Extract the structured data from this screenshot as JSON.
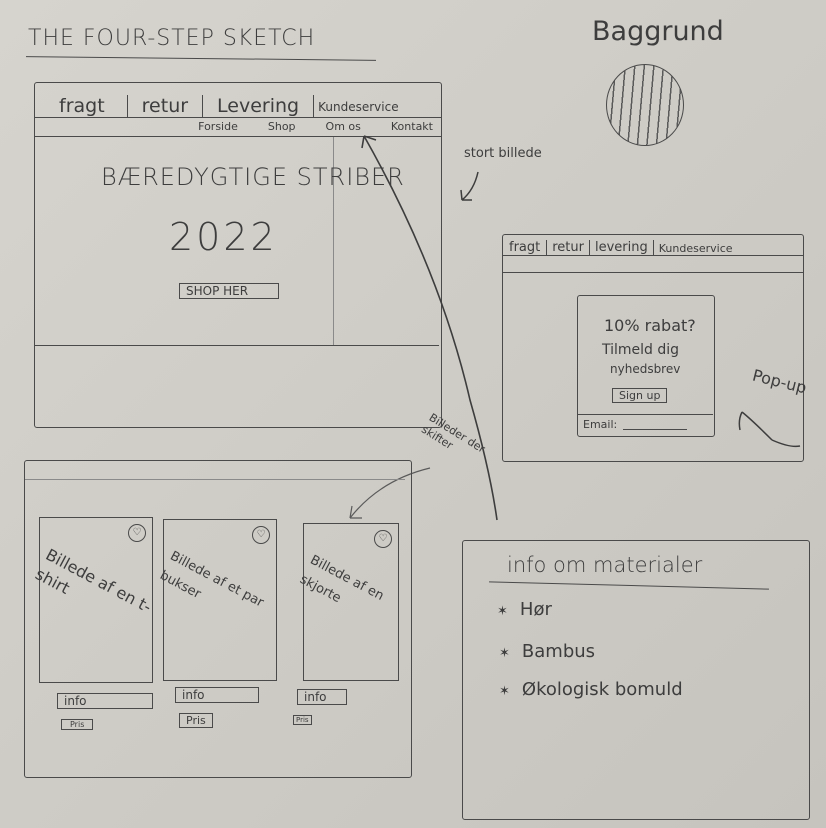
{
  "sheet": {
    "title": "THE FOUR-STEP SKETCH",
    "paper_color": "#cfcdc7",
    "ink_color": "#3d3d3d"
  },
  "background_note": {
    "label": "Baggrund",
    "swatch": "striped-circle"
  },
  "annotations": {
    "large_image": "stort billede",
    "popup": "Pop-up",
    "sliding_images": "Billeder der skifter"
  },
  "frontpage": {
    "top_tabs": [
      "fragt",
      "retur",
      "Levering",
      "Kundeservice"
    ],
    "nav": [
      "Forside",
      "Shop",
      "Om os",
      "Kontakt"
    ],
    "hero_title": "BÆREDYGTIGE STRIBER",
    "hero_year": "2022",
    "cta_label": "SHOP HER"
  },
  "popup_screen": {
    "top_tabs": [
      "fragt",
      "retur",
      "levering",
      "Kundeservice"
    ],
    "popup": {
      "headline": "10% rabat?",
      "body_line1": "Tilmeld dig",
      "body_line2": "nyhedsbrev",
      "button_label": "Sign up",
      "email_label": "Email:"
    }
  },
  "products_screen": {
    "cards": [
      {
        "image_text": "Billede af en t-shirt",
        "info_label": "info",
        "price_label": "Pris"
      },
      {
        "image_text": "Billede af et par bukser",
        "info_label": "info",
        "price_label": "Pris"
      },
      {
        "image_text": "Billede af en skjorte",
        "info_label": "info",
        "price_label": "Pris"
      }
    ],
    "favorite_icon": "heart-icon"
  },
  "materials_screen": {
    "heading": "info om materialer",
    "items": [
      "Hør",
      "Bambus",
      "Økologisk bomuld"
    ],
    "bullet_icon": "star-icon"
  }
}
